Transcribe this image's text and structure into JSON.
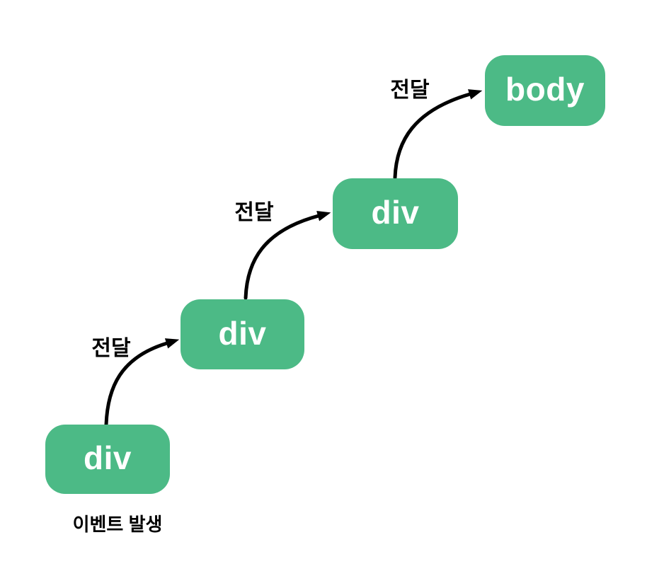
{
  "diagram": {
    "description_type": "event-bubbling-flow",
    "colors": {
      "node_fill": "#4cba86",
      "node_text": "#ffffff",
      "arrow": "#000000",
      "label_text": "#000000",
      "background": "#ffffff"
    },
    "nodes": [
      {
        "id": "div-1",
        "label": "div"
      },
      {
        "id": "div-2",
        "label": "div"
      },
      {
        "id": "div-3",
        "label": "div"
      },
      {
        "id": "body",
        "label": "body"
      }
    ],
    "edges": [
      {
        "from": "div-1",
        "to": "div-2",
        "label": "전달"
      },
      {
        "from": "div-2",
        "to": "div-3",
        "label": "전달"
      },
      {
        "from": "div-3",
        "to": "body",
        "label": "전달"
      }
    ],
    "caption": "이벤트 발생"
  }
}
